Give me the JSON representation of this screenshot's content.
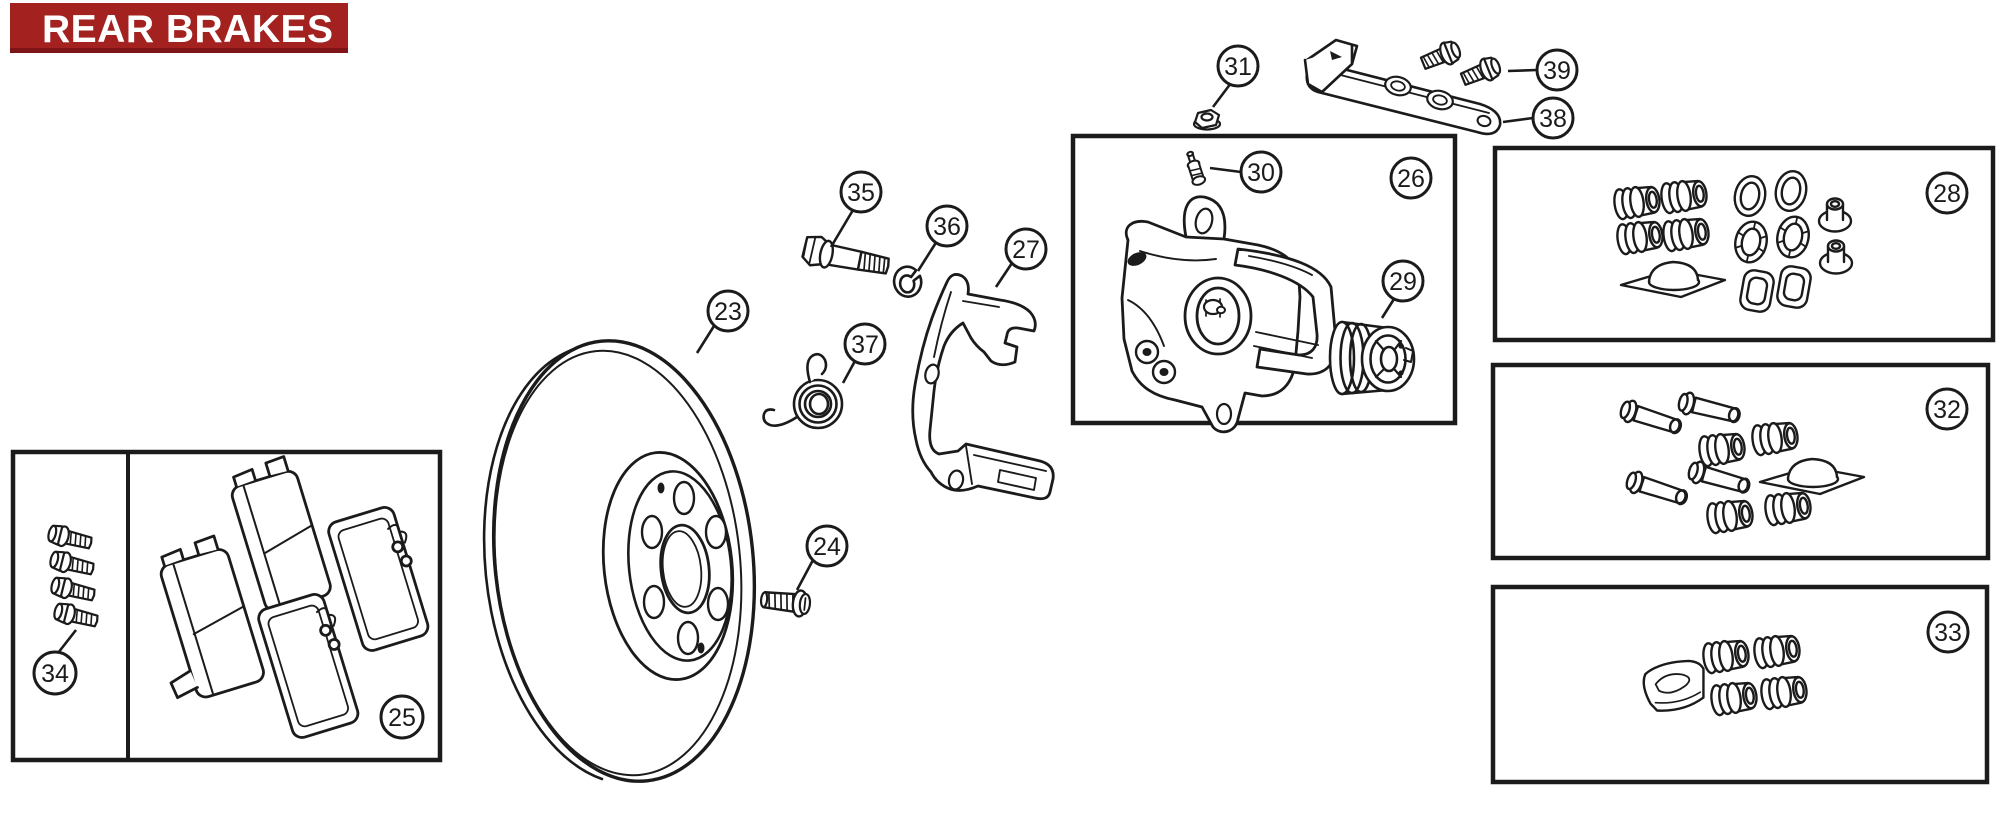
{
  "banner": {
    "title": "REAR BRAKES",
    "bg": "#A32220",
    "shadow": "#7E1418",
    "text_color": "#FFFFFF"
  },
  "diagram": {
    "line_color": "#1B1B1B",
    "background": "#FFFFFF",
    "type": "exploded-parts-diagram"
  },
  "callouts": {
    "c23": "23",
    "c24": "24",
    "c25": "25",
    "c26": "26",
    "c27": "27",
    "c28": "28",
    "c29": "29",
    "c30": "30",
    "c31": "31",
    "c32": "32",
    "c33": "33",
    "c34": "34",
    "c35": "35",
    "c36": "36",
    "c37": "37",
    "c38": "38",
    "c39": "39"
  }
}
